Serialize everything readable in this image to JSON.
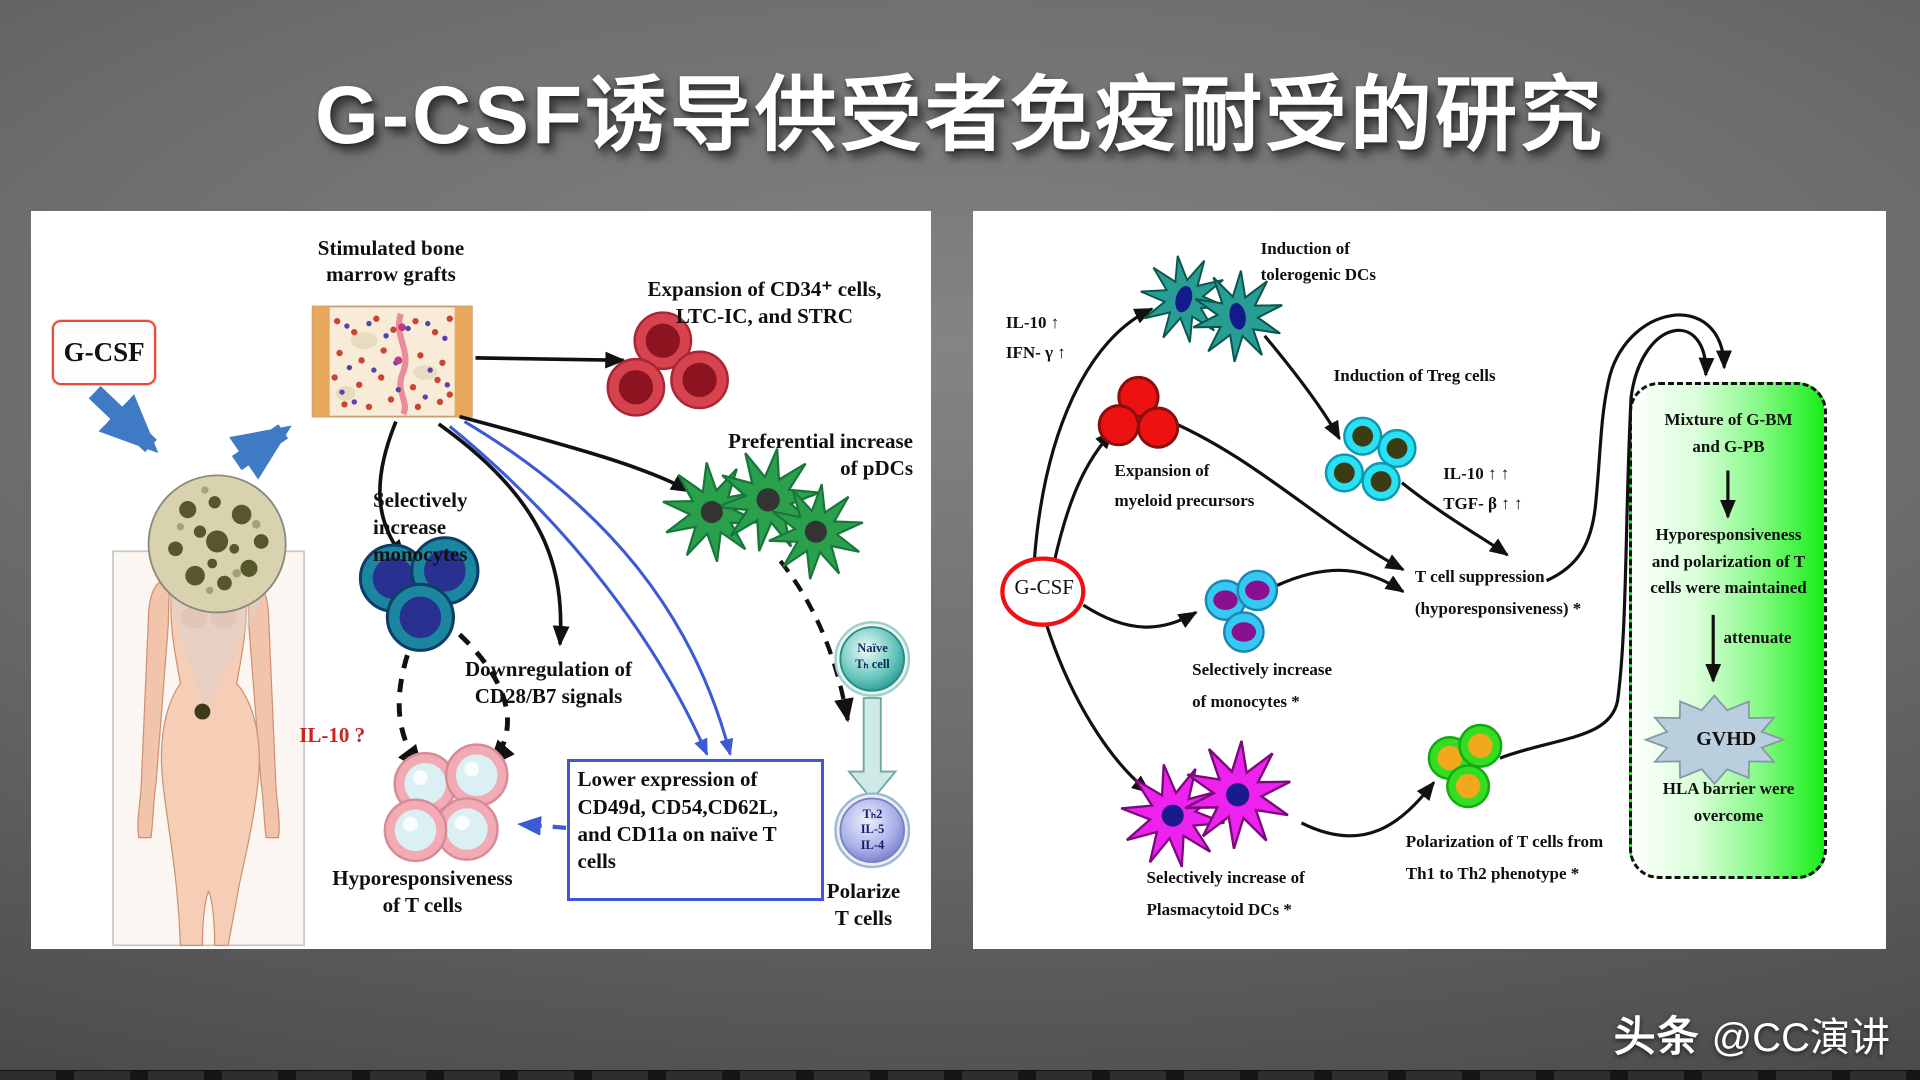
{
  "title": "G-CSF诱导供受者免疫耐受的研究",
  "watermark": {
    "brand": "头条",
    "handle": "@CC演讲"
  },
  "colors": {
    "gcsf_accent_red": "#e8493a",
    "diagram_blue": "#3b5bd6",
    "il10_text_red": "#cc2222",
    "outcome_box_green": "#17ee17",
    "slide_background_gray": "#6e6e6e"
  },
  "left": {
    "gcsf": "G-CSF",
    "bone_marrow": "Stimulated bone\nmarrow grafts",
    "expansion": "Expansion of CD34⁺ cells,\nLTC-IC, and STRC",
    "pdc": "Preferential increase\nof pDCs",
    "monocytes": "Selectively\nincrease\nmonocytes",
    "downregulation": "Downregulation of\nCD28/B7 signals",
    "il10": "IL-10 ?",
    "hypo": "Hyporesponsiveness\nof T cells",
    "lower_expr": "Lower expression of\nCD49d, CD54,CD62L,\nand CD11a on naïve T\ncells",
    "naive": "Naïve\nTₕ cell",
    "th2": "Tₕ2\nIL-5\nIL-4",
    "polarize": "Polarize\nT cells"
  },
  "right": {
    "il10_ifn": "IL-10 ↑\nIFN- γ ↑",
    "tolerogenic": "Induction of\ntolerogenic DCs",
    "treg": "Induction of Treg cells",
    "il10_tgf": "IL-10 ↑ ↑\nTGF- β ↑ ↑",
    "myeloid": "Expansion of\nmyeloid precursors",
    "gcsf": "G-CSF",
    "suppression": "T cell suppression\n(hyporesponsiveness) *",
    "monocytes": "Selectively increase\nof monocytes *",
    "plasmacytoid": "Selectively increase of\nPlasmacytoid DCs *",
    "polarization": "Polarization of T cells from\nTh1 to Th2 phenotype *",
    "box": {
      "mixture": "Mixture of G-BM\nand G-PB",
      "hypo": "Hyporesponsiveness\nand polarization of T\ncells were maintained",
      "attenuate": "attenuate",
      "gvhd": "GVHD",
      "hla": "HLA barrier were\novercome"
    }
  },
  "graphics": {
    "left_icons": [
      "gcsf-box",
      "blue-mobilization-arrows",
      "bone-marrow-micrograph",
      "biopsy-micrograph-circle",
      "patient-figure",
      "red-blood-cells",
      "pdc-star-cells",
      "blue-monocyte-cells",
      "pink-t-cells",
      "naive-th-cell",
      "th2-cell",
      "teal-polarization-arrow"
    ],
    "right_icons": [
      "gcsf-node",
      "tolerogenic-dc-star-cells",
      "myeloid-precursor-cells",
      "treg-cells",
      "cyan-monocyte-cells",
      "plasmacytoid-dc-star-cells",
      "th2-polarized-cells",
      "gvhd-starburst",
      "outcome-box"
    ]
  }
}
